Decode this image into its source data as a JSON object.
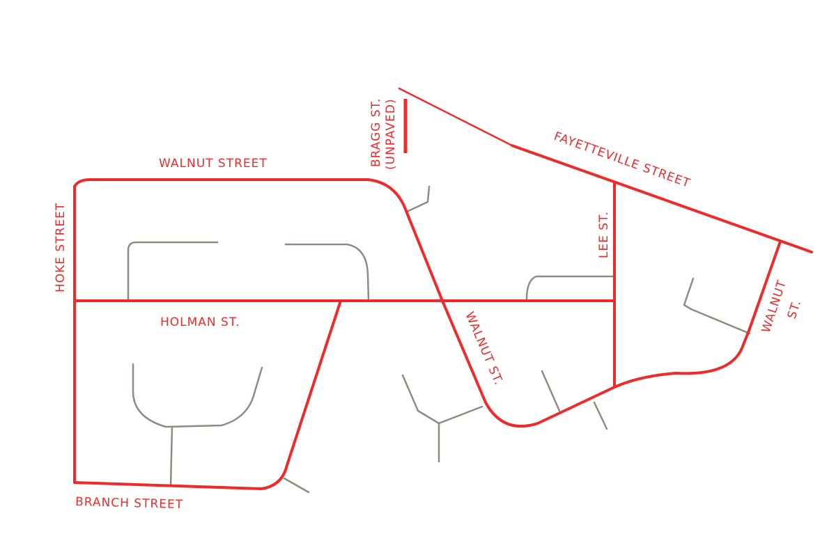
{
  "map": {
    "colors": {
      "main_road": "#ee2a2a",
      "side_road": "#8c8c80",
      "background": "#ffffff"
    },
    "labels": {
      "walnut_street_top": "WALNUT STREET",
      "hoke_street": "HOKE STREET",
      "holman_st": "HOLMAN ST.",
      "branch_street": "BRANCH STREET",
      "bragg_st_line1": "BRAGG ST.",
      "bragg_st_line2": "(UNPAVED)",
      "fayetteville_street": "FAYETTEVILLE STREET",
      "lee_st": "LEE ST.",
      "walnut_st_diagonal": "WALNUT ST.",
      "walnut_st_right_line1": "WALNUT",
      "walnut_st_right_line2": "ST."
    }
  }
}
